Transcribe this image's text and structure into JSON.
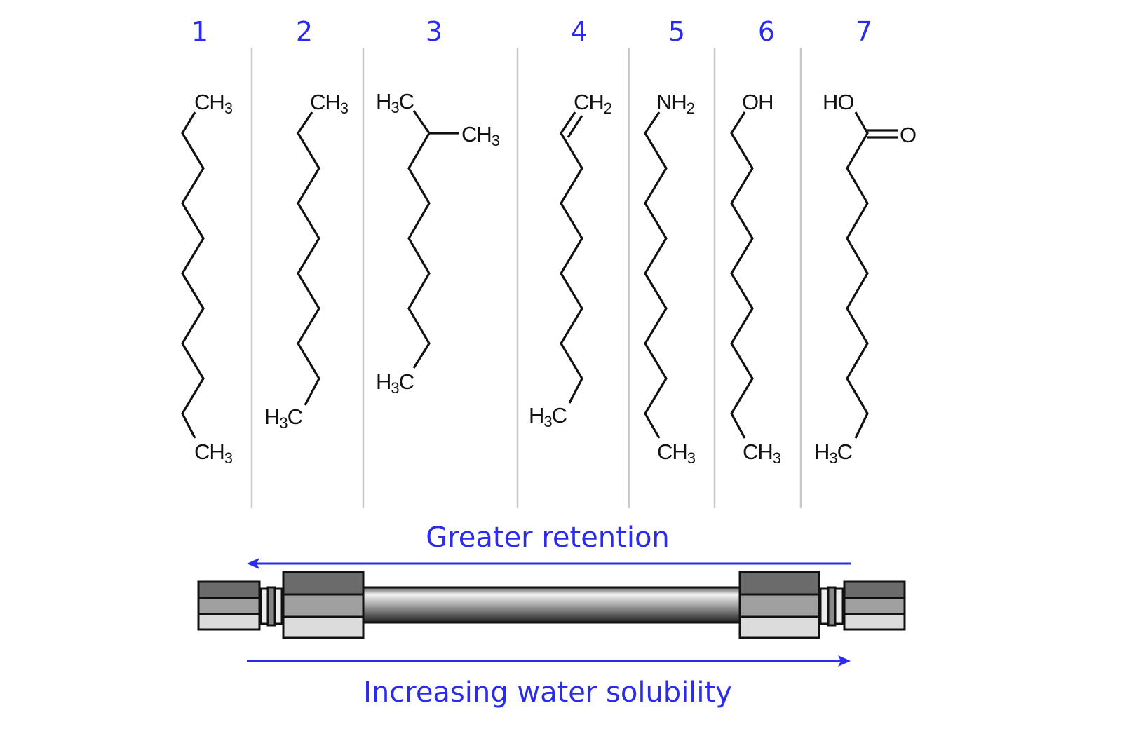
{
  "columns": [
    {
      "number": "1",
      "top": {
        "pre": "CH",
        "sub": "3",
        "post": ""
      },
      "bottom": {
        "pre": "CH",
        "sub": "3",
        "post": ""
      }
    },
    {
      "number": "2",
      "top": {
        "pre": "CH",
        "sub": "3",
        "post": ""
      },
      "bottom": {
        "pre": "H",
        "sub": "3",
        "post": "C"
      }
    },
    {
      "number": "3",
      "top": {
        "pre": "H",
        "sub": "3",
        "post": "C"
      },
      "branch": {
        "pre": "CH",
        "sub": "3",
        "post": ""
      },
      "bottom": {
        "pre": "H",
        "sub": "3",
        "post": "C"
      }
    },
    {
      "number": "4",
      "top": {
        "pre": "CH",
        "sub": "2",
        "post": ""
      },
      "bottom": {
        "pre": "H",
        "sub": "3",
        "post": "C"
      }
    },
    {
      "number": "5",
      "top": {
        "pre": "NH",
        "sub": "2",
        "post": ""
      },
      "bottom": {
        "pre": "CH",
        "sub": "3",
        "post": ""
      }
    },
    {
      "number": "6",
      "top": {
        "pre": "OH",
        "sub": "",
        "post": ""
      },
      "bottom": {
        "pre": "CH",
        "sub": "3",
        "post": ""
      }
    },
    {
      "number": "7",
      "top": {
        "pre": "HO",
        "sub": "",
        "post": ""
      },
      "branch": {
        "pre": "O",
        "sub": "",
        "post": ""
      },
      "bottom": {
        "pre": "H",
        "sub": "3",
        "post": "C"
      }
    }
  ],
  "arrows": {
    "top_label": "Greater retention",
    "top_direction": "left",
    "bottom_label": "Increasing water solubility",
    "bottom_direction": "right"
  },
  "colors": {
    "accent": "#2b2bf0",
    "divider": "#c8c8c8"
  }
}
